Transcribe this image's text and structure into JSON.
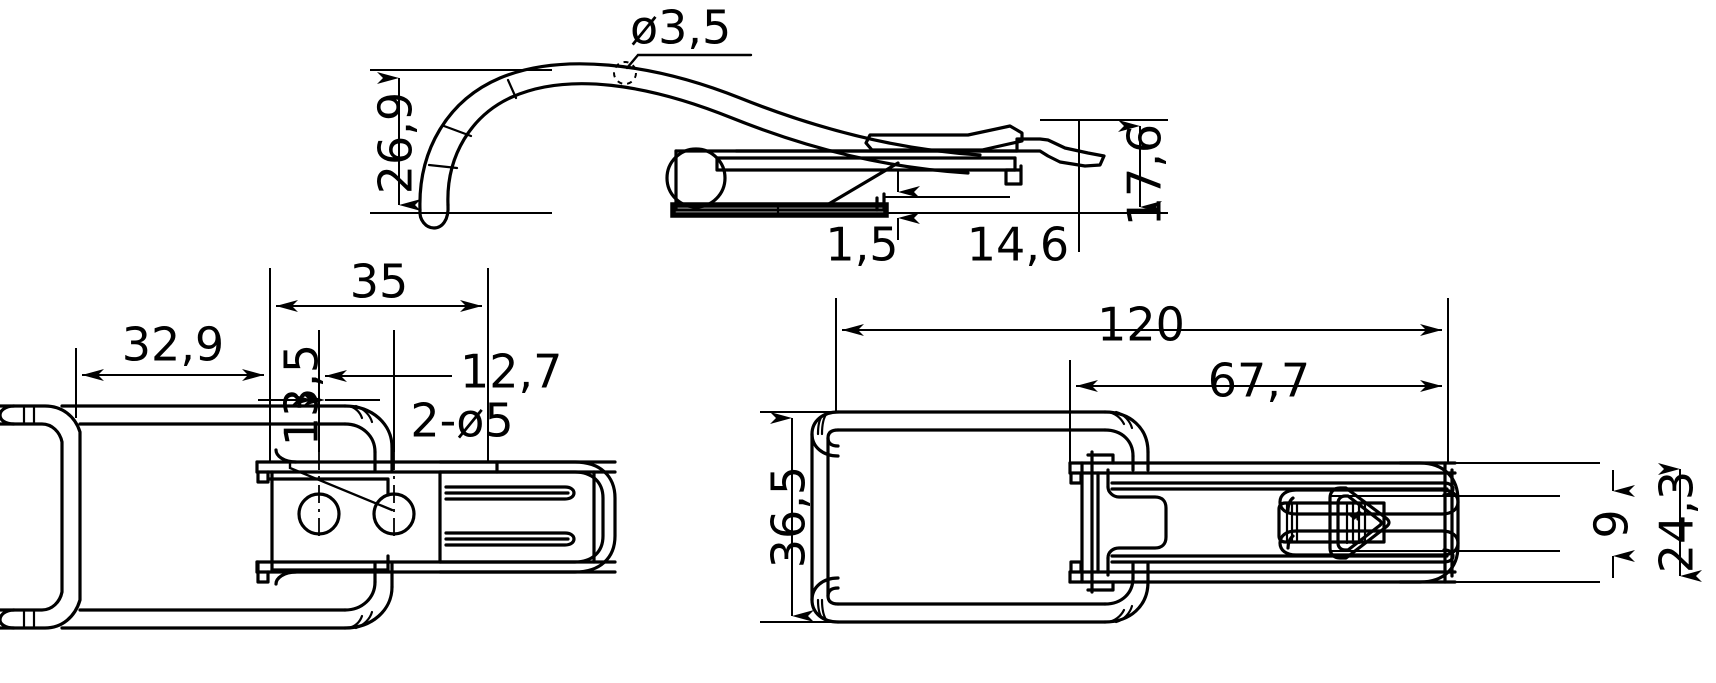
{
  "drawing": {
    "title": "Toggle latch technical drawing",
    "type": "engineering-drawing",
    "units": "mm",
    "decimal_separator": ",",
    "line_color": "#000000",
    "background_color": "#ffffff"
  },
  "views": {
    "side_elevation": {
      "name": "side-elevation-view",
      "description": "Side view of adjustable hook toggle latch with curved wire hook"
    },
    "plan_open": {
      "name": "plan-view-open",
      "description": "Plan view of latch with mounting holes"
    },
    "plan_closed": {
      "name": "plan-view-closed",
      "description": "Plan view of latch assembly engaged"
    }
  },
  "dimensions": {
    "side": [
      {
        "id": "dia-wire",
        "label": "ø3,5",
        "kind": "diameter-callout"
      },
      {
        "id": "height-269",
        "label": "26,9",
        "kind": "vertical",
        "rotated": true
      },
      {
        "id": "height-176",
        "label": "17,6",
        "kind": "vertical",
        "rotated": true
      },
      {
        "id": "height-146",
        "label": "14,6",
        "kind": "vertical",
        "rotated": false
      },
      {
        "id": "height-15",
        "label": "1,5",
        "kind": "vertical",
        "rotated": false
      }
    ],
    "plan_open": [
      {
        "id": "len-329",
        "label": "32,9",
        "kind": "horizontal",
        "rotated": false
      },
      {
        "id": "len-35",
        "label": "35",
        "kind": "horizontal",
        "rotated": false
      },
      {
        "id": "len-135",
        "label": "13,5",
        "kind": "horizontal",
        "rotated": true
      },
      {
        "id": "len-127",
        "label": "12,7",
        "kind": "horizontal",
        "rotated": false
      },
      {
        "id": "holes",
        "label": "2-ø5",
        "kind": "hole-callout",
        "rotated": false
      }
    ],
    "plan_closed": [
      {
        "id": "len-120",
        "label": "120",
        "kind": "horizontal",
        "rotated": false
      },
      {
        "id": "len-677",
        "label": "67,7",
        "kind": "horizontal",
        "rotated": false
      },
      {
        "id": "wid-365",
        "label": "36,5",
        "kind": "vertical",
        "rotated": true
      },
      {
        "id": "wid-243",
        "label": "24,3",
        "kind": "vertical",
        "rotated": true
      },
      {
        "id": "wid-9",
        "label": "9",
        "kind": "vertical",
        "rotated": true
      }
    ]
  },
  "labels": {
    "dia_wire": "ø3,5",
    "h_269": "26,9",
    "h_176": "17,6",
    "h_146": "14,6",
    "h_15": "1,5",
    "l_329": "32,9",
    "l_35": "35",
    "l_135": "13,5",
    "l_127": "12,7",
    "holes_2d5": "2-ø5",
    "l_120": "120",
    "l_677": "67,7",
    "w_365": "36,5",
    "w_243": "24,3",
    "w_9": "9"
  }
}
